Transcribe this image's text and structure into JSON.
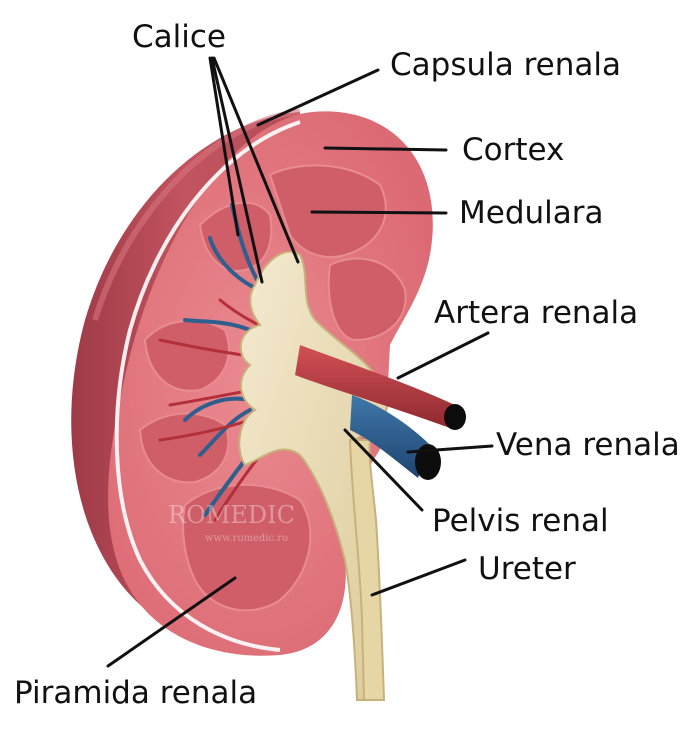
{
  "labels": {
    "calice": "Calice",
    "capsula": "Capsula renala",
    "cortex": "Cortex",
    "medulara": "Medulara",
    "artera": "Artera renala",
    "vena": "Vena renala",
    "pelvis": "Pelvis renal",
    "ureter": "Ureter",
    "piramida": "Piramida renala"
  },
  "watermark": {
    "brand": "ROMEDIC",
    "url": "www.romedic.ro"
  },
  "colors": {
    "capsule": "#b84a55",
    "cortex": "#e0707a",
    "pyramid": "#cd5c68",
    "pelvis": "#ede0b8",
    "artery": "#b53a3e",
    "vein": "#2f5f8f",
    "leader": "#111111"
  }
}
